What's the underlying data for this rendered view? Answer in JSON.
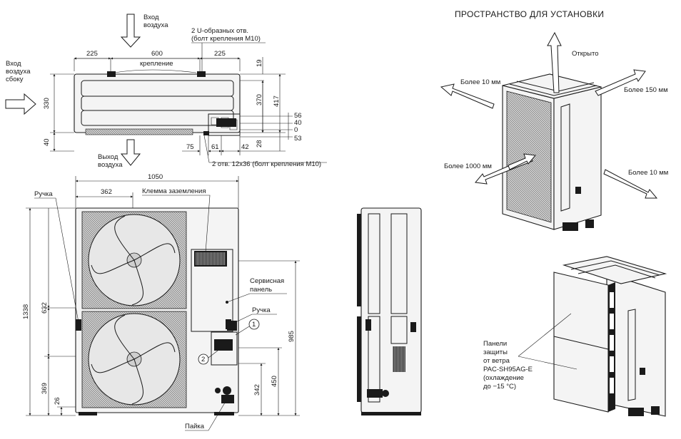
{
  "top_view": {
    "air_in_top": [
      "Вход",
      "воздуха"
    ],
    "air_in_side": [
      "Вход",
      "воздуха",
      "сбоку"
    ],
    "air_out": [
      "Выход",
      "воздуха"
    ],
    "u_holes": [
      "2 U-образных отв.",
      "(болт крепления M10)"
    ],
    "mount": "крепление",
    "slots": "2 отв. 12x36 (болт крепления M10)",
    "dims": {
      "d225a": "225",
      "d600": "600",
      "d225b": "225",
      "d330": "330",
      "d40": "40",
      "d19": "19",
      "d370": "370",
      "d417": "417",
      "d56": "56",
      "d40r": "40",
      "d0": "0",
      "d53": "53",
      "d28": "28",
      "d75": "75",
      "d61": "61",
      "d42": "42"
    }
  },
  "front_view": {
    "handle_left": "Ручка",
    "ground_terminal": "Клемма заземления",
    "service_panel": [
      "Сервисная",
      "панель"
    ],
    "handle_right": "Ручка",
    "solder": "Пайка",
    "circle1": "1",
    "circle2": "2",
    "dims": {
      "d1050": "1050",
      "d362": "362",
      "d1338": "1338",
      "d632": "632",
      "d369": "369",
      "d26": "26",
      "d985": "985",
      "d450": "450",
      "d342": "342"
    }
  },
  "install": {
    "title": "ПРОСТРАНСТВО ДЛЯ УСТАНОВКИ",
    "open": "Открыто",
    "more10_left": "Более 10 мм",
    "more150": "Более 150 мм",
    "more1000": "Более 1000 мм",
    "more10_right": "Более 10 мм"
  },
  "wind_panels": {
    "label": [
      "Панели",
      "защиты",
      "от ветра",
      "PAC-SH95AG-E",
      "(охлаждение",
      "до −15 °С)"
    ]
  }
}
